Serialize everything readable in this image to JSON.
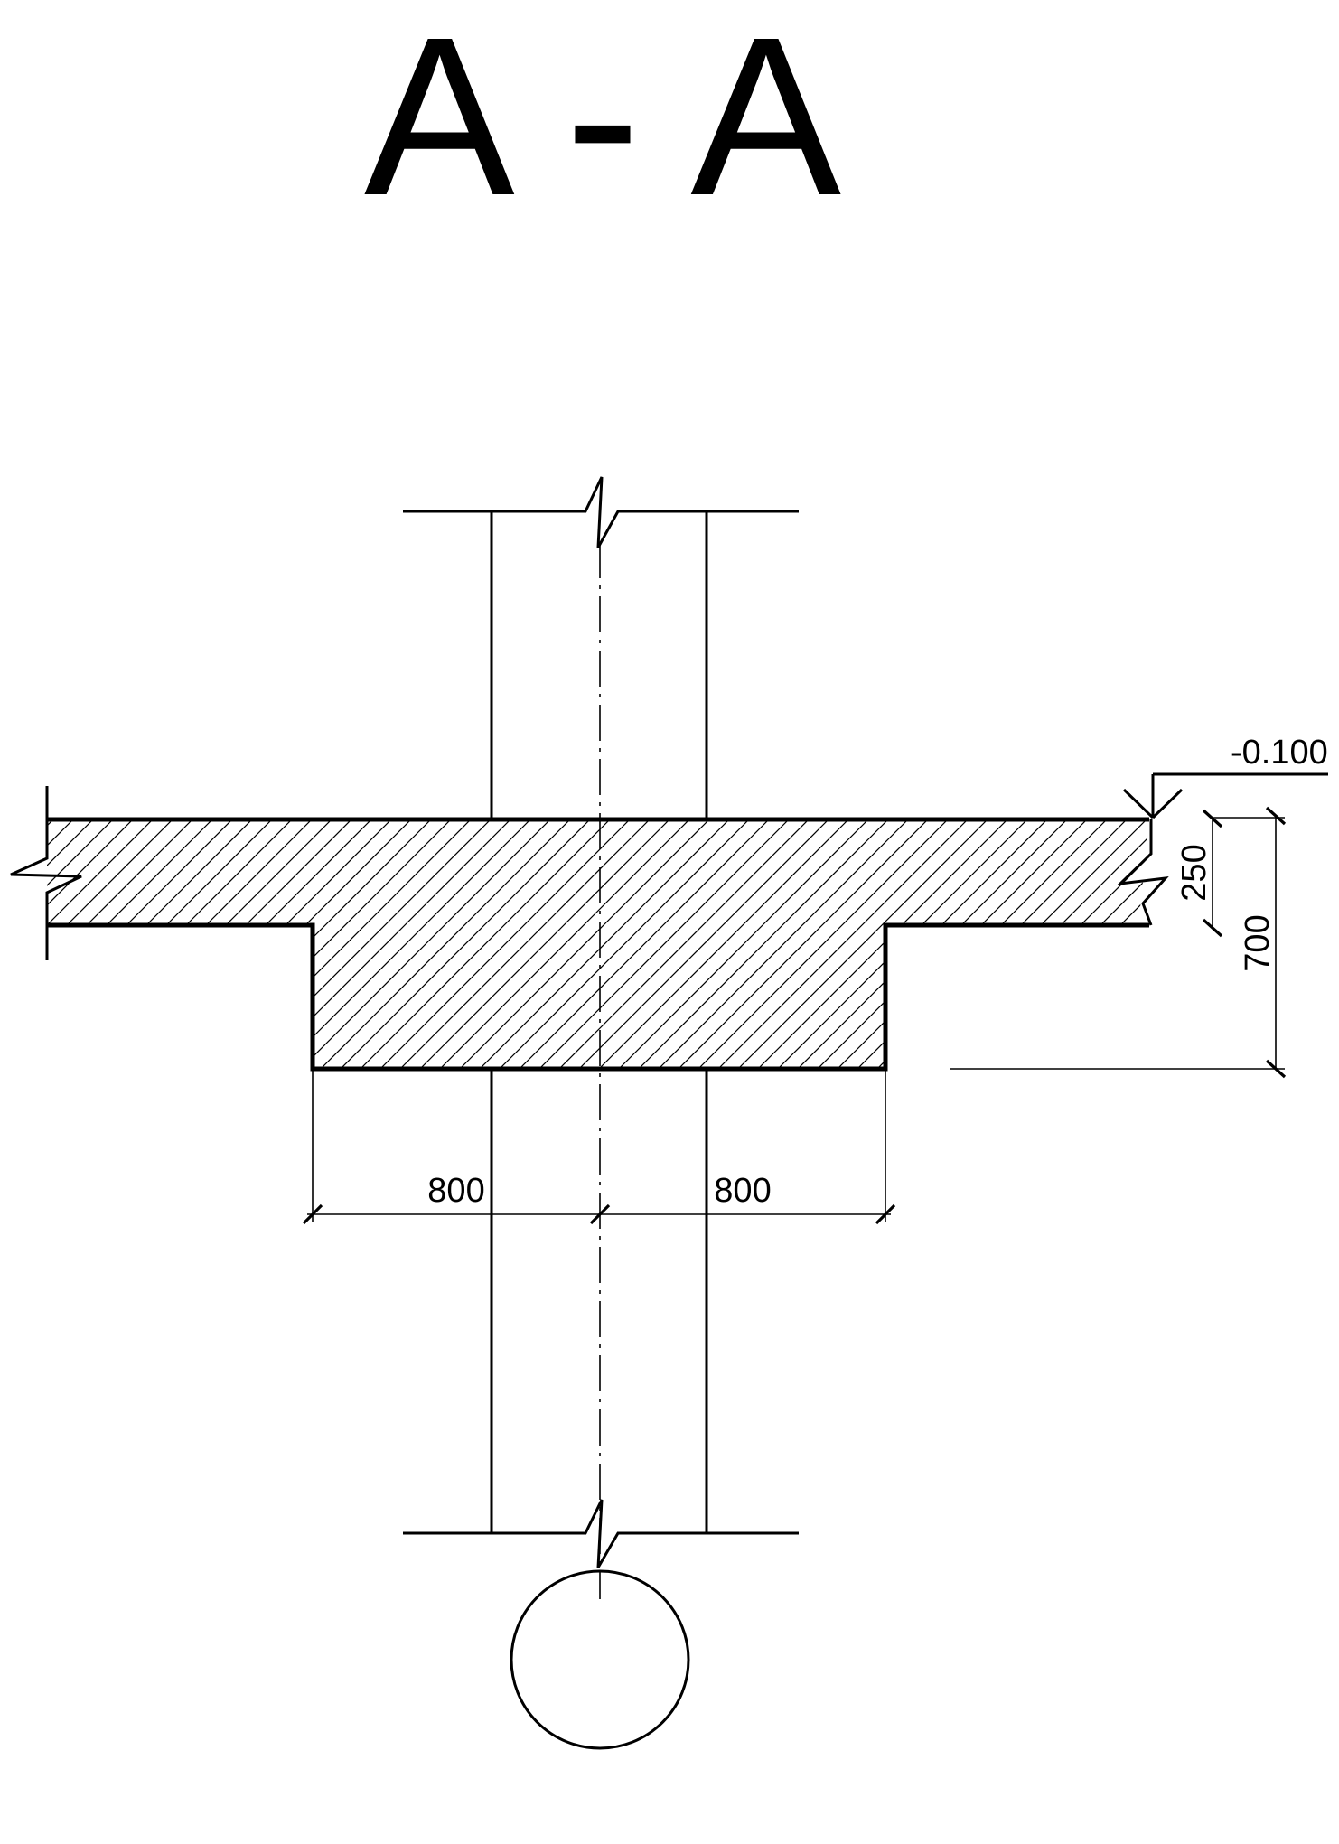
{
  "drawing": {
    "section_label": "A - A",
    "colors": {
      "ink": "#000000",
      "paper": "#ffffff"
    },
    "dimensions": {
      "elevation": "-0.100",
      "slab_thickness": "250",
      "drop_depth": "700",
      "left_width": "800",
      "right_width": "800"
    }
  }
}
